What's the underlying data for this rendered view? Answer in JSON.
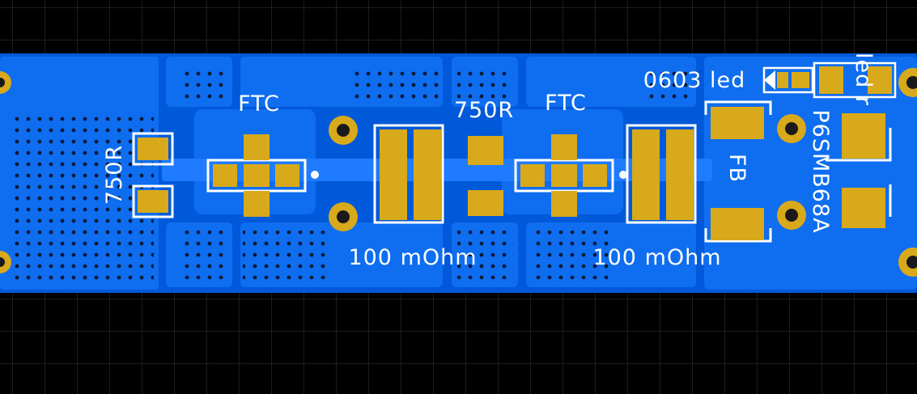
{
  "app": {
    "view": "PCB layout viewer - board view"
  },
  "colors": {
    "background": "#000000",
    "grid": "#3a3a3a",
    "board": "#0059d8",
    "copper_fill": "#0f6df0",
    "pad": "#d9a91c",
    "silkscreen": "#ffffff",
    "via_ring": "#d9a91c",
    "via_hole": "#1a1a1a"
  },
  "labels": {
    "r1": "750R",
    "ftc1": "FTC",
    "r2": "750R",
    "ftc2": "FTC",
    "shunt1": "100 mOhm",
    "shunt2": "100 mOhm",
    "led": "0603 led",
    "led_r": "led r",
    "fb": "FB",
    "tvs": "P6SMB68A"
  }
}
